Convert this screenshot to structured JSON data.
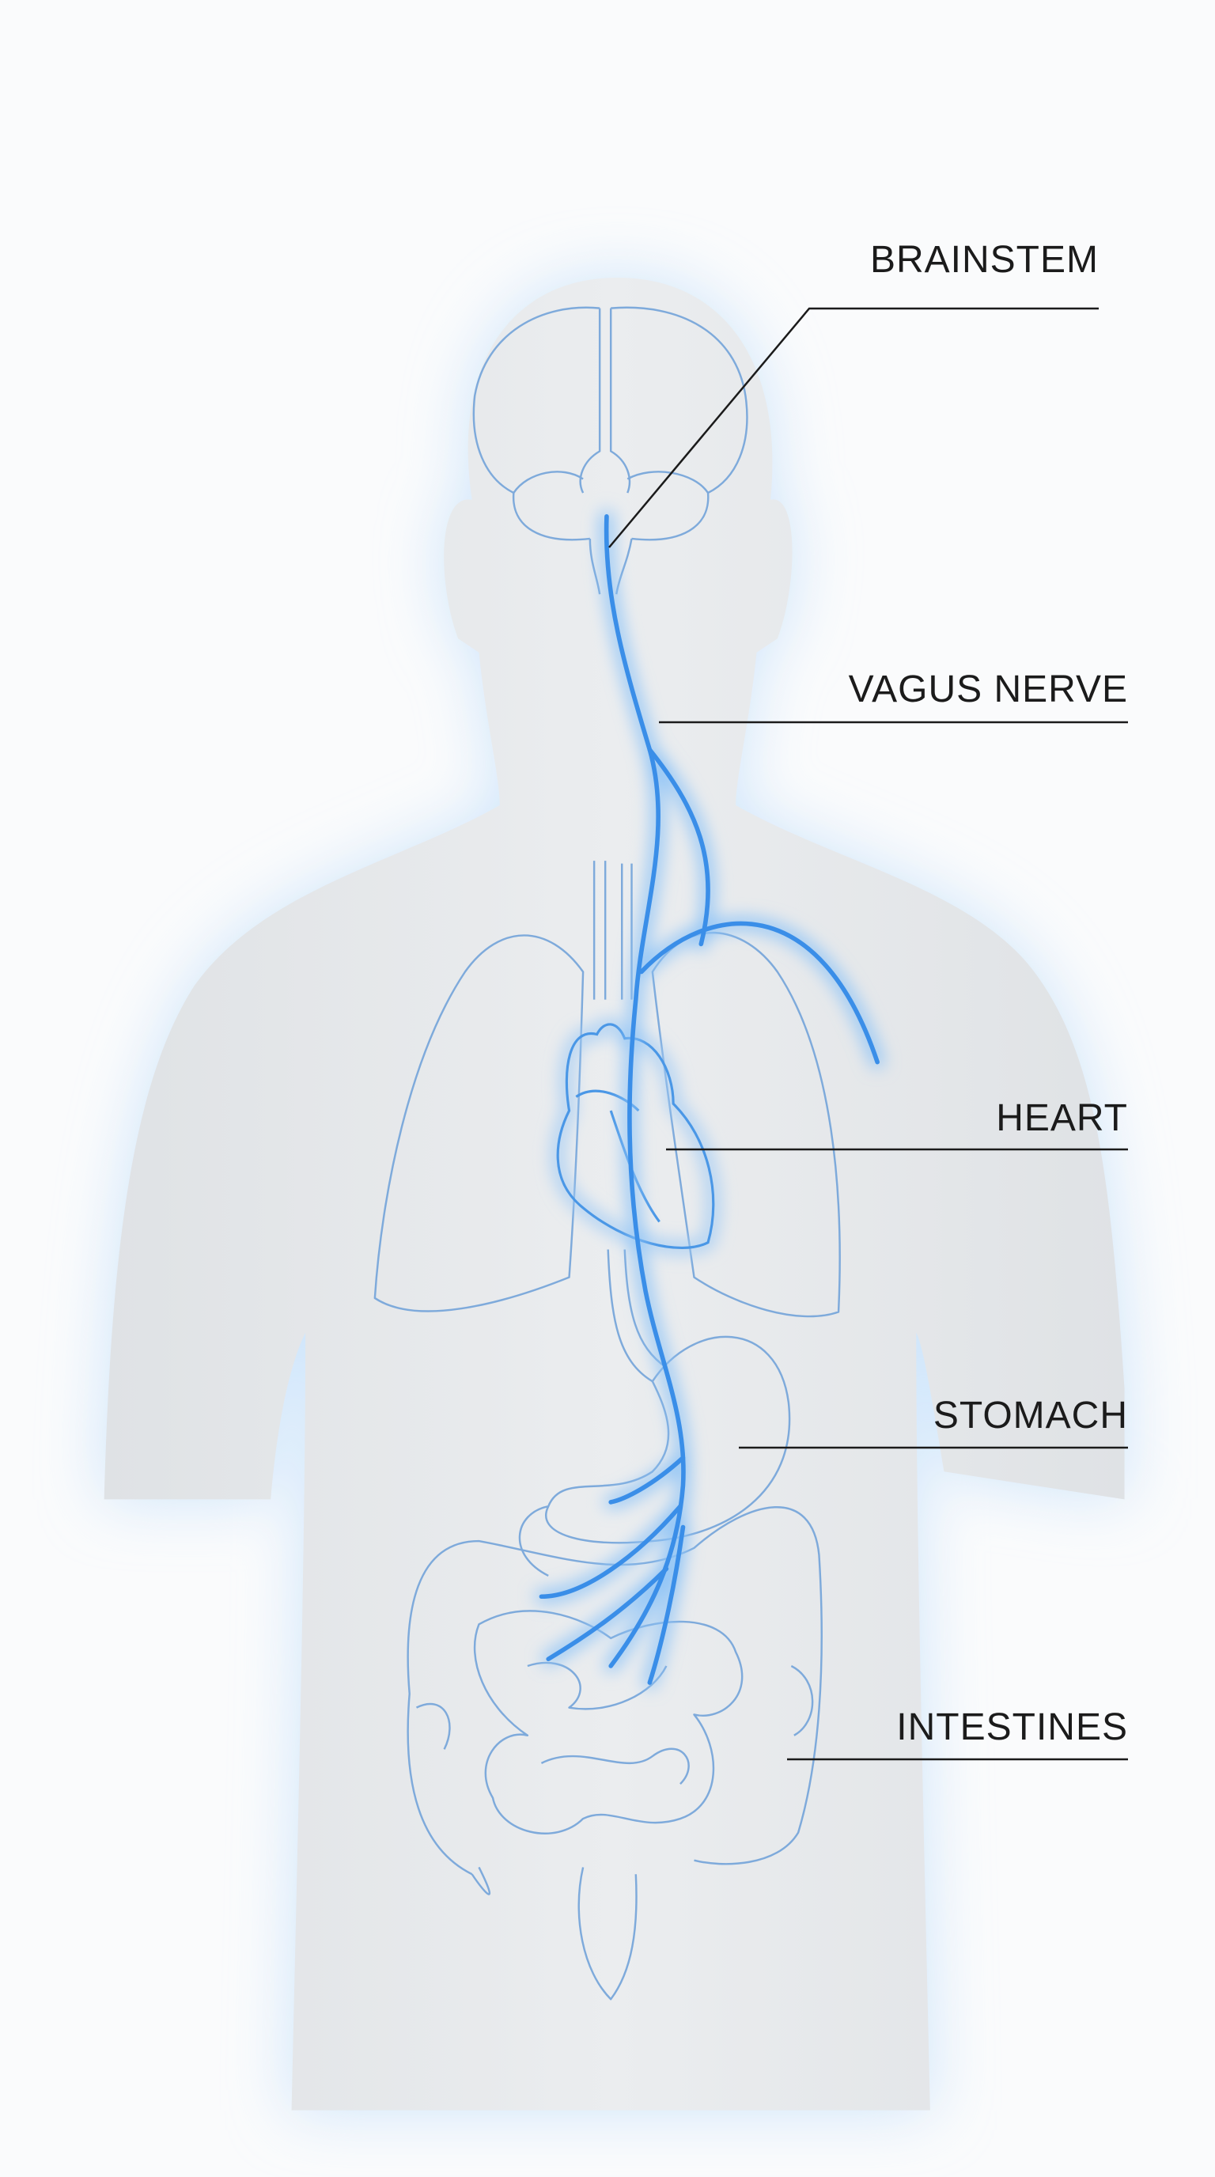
{
  "diagram": {
    "labels": [
      {
        "id": "brainstem",
        "text": "BRAINSTEM"
      },
      {
        "id": "vagus-nerve",
        "text": "VAGUS NERVE"
      },
      {
        "id": "heart",
        "text": "HEART"
      },
      {
        "id": "stomach",
        "text": "STOMACH"
      },
      {
        "id": "intestines",
        "text": "INTESTINES"
      }
    ],
    "colors": {
      "body": "#e6e8ea",
      "organ_outline": "#7eaadb",
      "nerve": "#3a8ee8",
      "glow": "#cfe5fb",
      "leader_line": "#1b1b1b"
    }
  }
}
